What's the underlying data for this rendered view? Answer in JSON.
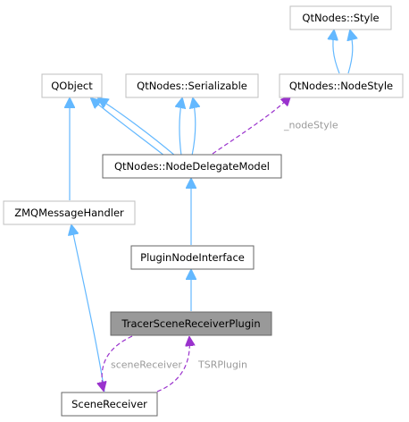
{
  "nodes": {
    "style": "QtNodes::Style",
    "node_style": "QtNodes::NodeStyle",
    "qobject": "QObject",
    "serializable": "QtNodes::Serializable",
    "node_delegate_model": "QtNodes::NodeDelegateModel",
    "zmq_message_handler": "ZMQMessageHandler",
    "plugin_node_interface": "PluginNodeInterface",
    "tracer_scene_receiver_plugin": "TracerSceneReceiverPlugin",
    "scene_receiver": "SceneReceiver"
  },
  "edge_labels": {
    "node_style": "_nodeStyle",
    "scene_receiver": "sceneReceiver",
    "tsr_plugin": "TSRPlugin"
  },
  "colors": {
    "inheritance_edge": "#63b8ff",
    "usage_edge": "#9a32cd",
    "current_node_fill": "#999999"
  }
}
